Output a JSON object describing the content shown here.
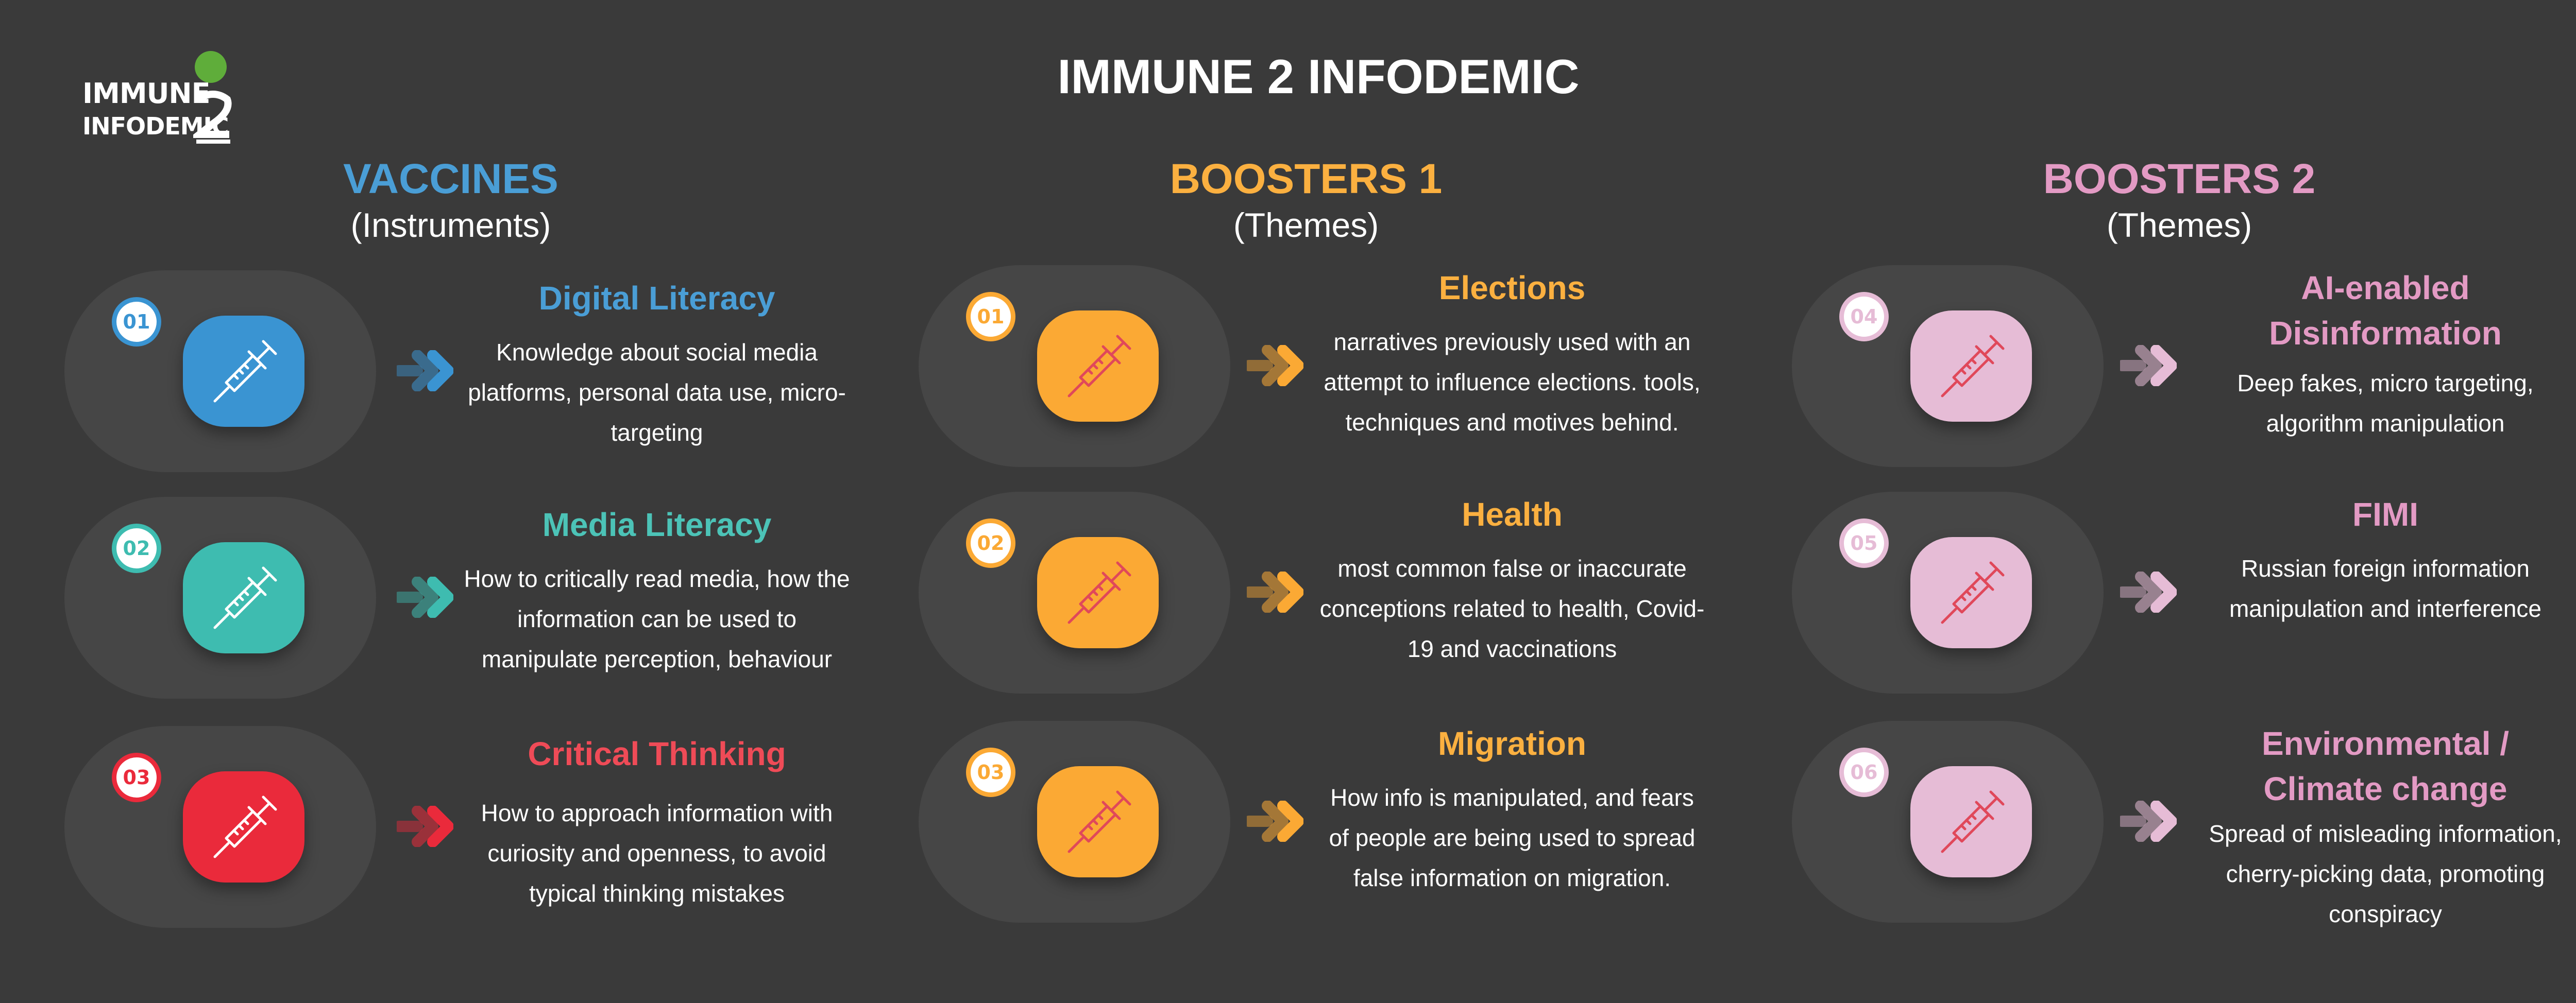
{
  "logo": {
    "line1": "IMMUNE",
    "line2": "INFODEMIC",
    "mark": "2",
    "dot_color": "#5fad3a"
  },
  "title": "IMMUNE 2 INFODEMIC",
  "columns": [
    {
      "heading": "VACCINES",
      "subheading": "(Instruments)",
      "color": "#4a9ed6"
    },
    {
      "heading": "BOOSTERS 1",
      "subheading": "(Themes)",
      "color": "#fbb040"
    },
    {
      "heading": "BOOSTERS 2",
      "subheading": "(Themes)",
      "color": "#e39ac4"
    }
  ],
  "vaccines": [
    {
      "number": "01",
      "title": "Digital Literacy",
      "desc_lines": [
        "Knowledge about social media",
        "platforms, personal data use, micro-",
        "targeting"
      ],
      "color": "#3a94d2",
      "title_color": "#4a9ed6"
    },
    {
      "number": "02",
      "title": "Media Literacy",
      "desc_lines": [
        "How to critically read media, how the",
        "information can be used to",
        "manipulate perception, behaviour"
      ],
      "color": "#3ebcb0",
      "title_color": "#4cc3b7"
    },
    {
      "number": "03",
      "title": "Critical Thinking",
      "desc_lines": [
        "How to approach information with",
        "curiosity and openness, to avoid",
        "typical thinking mistakes"
      ],
      "color": "#ea2a3b",
      "title_color": "#ef4b57"
    }
  ],
  "boosters1": [
    {
      "number": "01",
      "title": "Elections",
      "desc_lines": [
        "narratives previously used with an",
        "attempt to influence elections.  tools,",
        "techniques and motives behind."
      ],
      "color": "#fba934",
      "title_color": "#fbb040"
    },
    {
      "number": "02",
      "title": "Health",
      "desc_lines": [
        "most common false or inaccurate",
        "conceptions related to health, Covid-",
        "19 and vaccinations"
      ],
      "color": "#fba934",
      "title_color": "#fbb040"
    },
    {
      "number": "03",
      "title": "Migration",
      "desc_lines": [
        "How info is manipulated, and fears",
        "of people are being used to spread",
        "false information on migration."
      ],
      "color": "#fba934",
      "title_color": "#fbb040"
    }
  ],
  "boosters2": [
    {
      "number": "04",
      "title_lines": [
        "AI-enabled",
        "Disinformation"
      ],
      "desc_lines": [
        "Deep fakes, micro targeting,",
        "algorithm manipulation"
      ],
      "color": "#e6bcd6",
      "title_color": "#e39ac4"
    },
    {
      "number": "05",
      "title_lines": [
        "FIMI"
      ],
      "desc_lines": [
        "Russian foreign information",
        "manipulation and interference"
      ],
      "color": "#e6bcd6",
      "title_color": "#e39ac4"
    },
    {
      "number": "06",
      "title_lines": [
        "Environmental /",
        "Climate change"
      ],
      "desc_lines": [
        "Spread of misleading information,",
        "cherry-picking data, promoting",
        "conspiracy"
      ],
      "color": "#e6bcd6",
      "title_color": "#e39ac4"
    }
  ],
  "icons": {
    "capsule": "syringe-icon",
    "connector": "double-chevron-arrow-icon"
  }
}
